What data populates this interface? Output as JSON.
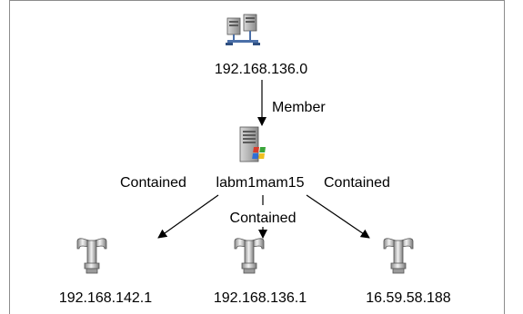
{
  "nodes": {
    "subnet": {
      "label": "192.168.136.0",
      "icon": "network-icon"
    },
    "host": {
      "label": "labm1mam15",
      "icon": "windows-server-icon"
    },
    "ip1": {
      "label": "192.168.142.1",
      "icon": "ip-address-icon"
    },
    "ip2": {
      "label": "192.168.136.1",
      "icon": "ip-address-icon"
    },
    "ip3": {
      "label": "16.59.58.188",
      "icon": "ip-address-icon"
    }
  },
  "edges": {
    "member": "Member",
    "contained_left": "Contained",
    "contained_mid": "Contained",
    "contained_right": "Contained"
  },
  "colors": {
    "border": "#8c8c8c",
    "icon_light": "#e8e8e8",
    "icon_mid": "#a8a8a8",
    "icon_dark": "#555555",
    "windows_red": "#d83b2a",
    "windows_green": "#3aa53a",
    "windows_blue": "#2f6fd8",
    "windows_yellow": "#f0c020"
  }
}
